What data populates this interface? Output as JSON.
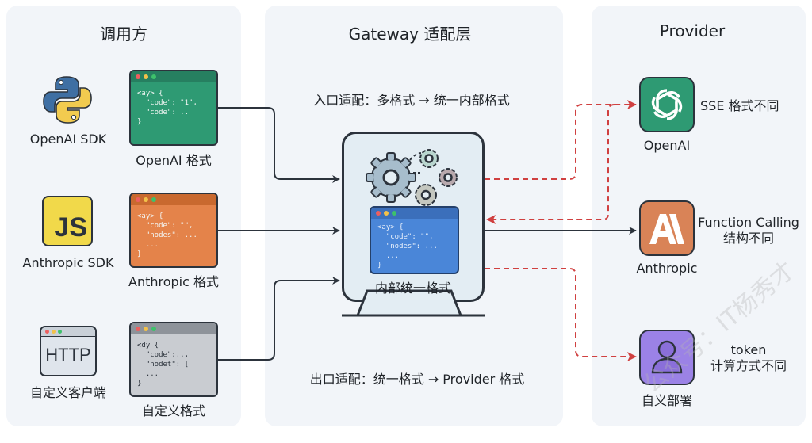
{
  "columns": {
    "callers": {
      "title": "调用方"
    },
    "gateway": {
      "title": "Gateway 适配层"
    },
    "provider": {
      "title": "Provider"
    }
  },
  "callers": [
    {
      "client_label": "OpenAI SDK",
      "client_icon": "python-logo-icon",
      "format_label": "OpenAI 格式",
      "format_color": "#2e9a73",
      "format_bar_color": "#267f60",
      "code_lines": [
        "<ay> {",
        "  \"code\": \"1\",",
        "  \"code\": ..",
        "}"
      ]
    },
    {
      "client_label": "Anthropic SDK",
      "client_icon": "javascript-logo-icon",
      "client_icon_text": "JS",
      "format_label": "Anthropic 格式",
      "format_color": "#e4834a",
      "format_bar_color": "#c9692f",
      "code_lines": [
        "<ay> {",
        "  \"code\": \"\",",
        "  \"nodes\": ...",
        "  ...",
        "}"
      ]
    },
    {
      "client_label": "自定义客户端",
      "client_icon": "http-window-icon",
      "client_icon_text": "HTTP",
      "format_label": "自定义格式",
      "format_color": "#c9ccd1",
      "format_bar_color": "#8e939a",
      "code_lines": [
        "<dy {",
        "  \"code\":..,",
        "  \"nodet\": [",
        "  ...",
        "}"
      ]
    }
  ],
  "gateway": {
    "inbound_label": "入口适配：多格式 → 统一内部格式",
    "outbound_label": "出口适配：统一格式 → Provider 格式",
    "internal_format_label": "内部统一格式",
    "internal_code_lines": [
      "<ay> {",
      "  \"code\": \"\",",
      "  \"nodes\": ...",
      "  ...",
      "}"
    ],
    "internal_color": "#4a86d8"
  },
  "providers": [
    {
      "name": "OpenAI",
      "icon": "openai-logo-icon",
      "color": "#2e9a73",
      "note_lines": [
        "SSE 格式不同"
      ]
    },
    {
      "name": "Anthropic",
      "icon": "anthropic-logo-icon",
      "icon_text": "A\\",
      "color": "#d98357",
      "note_lines": [
        "Function Calling",
        "结构不同"
      ]
    },
    {
      "name": "自义部署",
      "icon": "user-avatar-icon",
      "color": "#9b82e6",
      "note_lines": [
        "token",
        "计算方式不同"
      ]
    }
  ],
  "arrow_colors": {
    "solid": "#2c333c",
    "dashed": "#d04040"
  },
  "watermark": "公众号：IT杨秀才"
}
